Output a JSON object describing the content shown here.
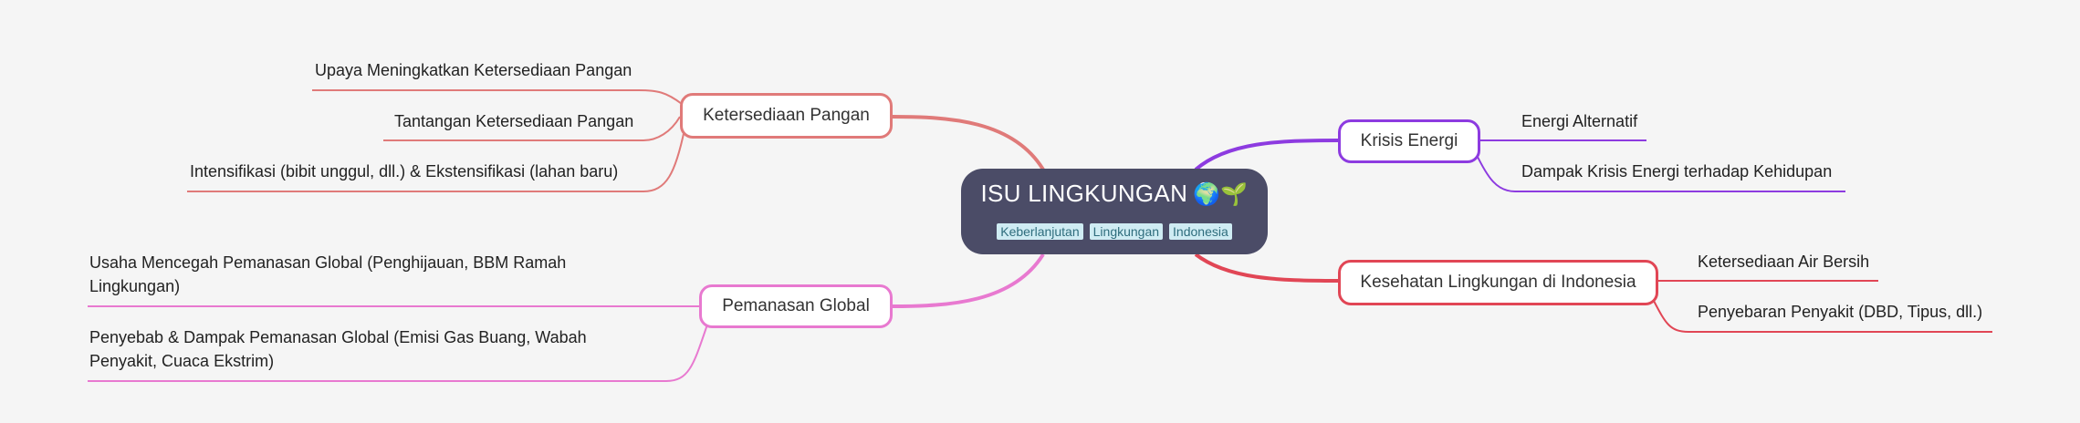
{
  "root": {
    "title": "ISU LINGKUNGAN",
    "emoji": "🌍🌱",
    "tags": [
      "Keberlanjutan",
      "Lingkungan",
      "Indonesia"
    ]
  },
  "branches": [
    {
      "label": "Ketersediaan Pangan",
      "color": "#e07a79",
      "children": [
        "Upaya Meningkatkan Ketersediaan Pangan",
        "Tantangan Ketersediaan Pangan",
        "Intensifikasi (bibit unggul, dll.) & Ekstensifikasi (lahan baru)"
      ]
    },
    {
      "label": "Pemanasan Global",
      "color": "#e879d0",
      "children": [
        "Usaha Mencegah Pemanasan Global (Penghijauan, BBM Ramah Lingkungan)",
        "Penyebab & Dampak Pemanasan Global (Emisi Gas Buang, Wabah Penyakit, Cuaca Ekstrim)"
      ]
    },
    {
      "label": "Krisis Energi",
      "color": "#8d3be0",
      "children": [
        "Energi Alternatif",
        "Dampak Krisis Energi terhadap Kehidupan"
      ]
    },
    {
      "label": "Kesehatan Lingkungan di Indonesia",
      "color": "#e14655",
      "children": [
        "Ketersediaan Air Bersih",
        "Penyebaran Penyakit (DBD, Tipus, dll.)"
      ]
    }
  ]
}
